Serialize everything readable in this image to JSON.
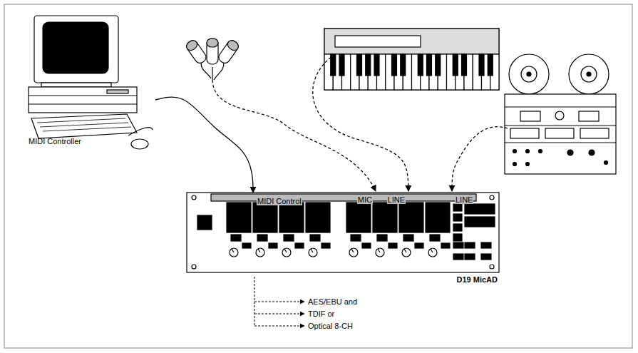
{
  "diagram": {
    "nodes": [
      {
        "text": [
          "MIDI Controller"
        ]
      },
      {
        "text": [
          "D19 MicAD"
        ]
      }
    ],
    "edges": [
      {
        "from": 0,
        "to": 1,
        "arrow": "to",
        "label": "MIDI Control"
      }
    ],
    "labels": [
      "MIC",
      "LINE",
      "LINE",
      "AES/EBU and",
      "TDIF or",
      "Optical 8-CH"
    ]
  }
}
